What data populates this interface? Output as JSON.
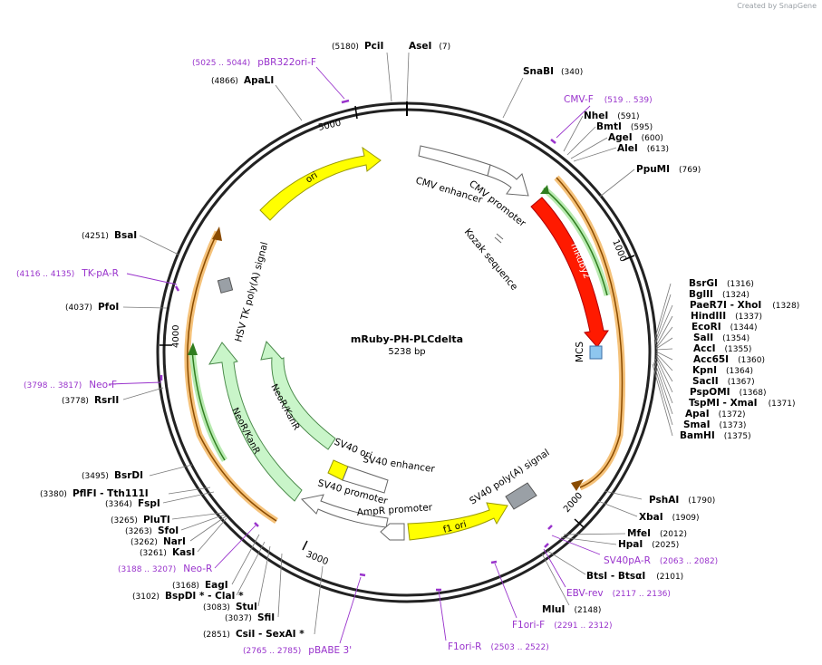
{
  "credit": "Created by SnapGene",
  "plasmid": {
    "name": "mRuby-PH-PLCdelta",
    "size_label": "5238 bp"
  },
  "ticks": [
    "5000",
    "1000",
    "2000",
    "3000",
    "4000"
  ],
  "features": {
    "cmv_enhancer": "CMV enhancer",
    "cmv_promoter": "CMV promoter",
    "kozak": "Kozak sequence",
    "mruby2": "mRuby2",
    "mcs": "MCS",
    "ori": "ori",
    "hsv_tk": "HSV TK poly(A) signal",
    "neo_inner": "NeoR/KanR",
    "neo_outer": "NeoR/KanR",
    "sv40_ori": "SV40 ori",
    "sv40_enhancer": "SV40 enhancer",
    "sv40_promoter": "SV40 promoter",
    "ampr_promoter": "AmpR promoter",
    "f1_ori": "f1 ori",
    "sv40_polya": "SV40 poly(A) signal"
  },
  "sites": {
    "pcii": {
      "pos": "(5180)",
      "name": "PciI"
    },
    "asei": {
      "name": "AseI",
      "pos": "(7)"
    },
    "snabi": {
      "name": "SnaBI",
      "pos": "(340)"
    },
    "apali": {
      "pos": "(4866)",
      "name": "ApaLI"
    },
    "nhei": {
      "name": "NheI",
      "pos": "(591)"
    },
    "bmti": {
      "name": "BmtI",
      "pos": "(595)"
    },
    "agei": {
      "name": "AgeI",
      "pos": "(600)"
    },
    "alei": {
      "name": "AleI",
      "pos": "(613)"
    },
    "ppumi": {
      "name": "PpuMI",
      "pos": "(769)"
    },
    "bsai": {
      "pos": "(4251)",
      "name": "BsaI"
    },
    "pfoi": {
      "pos": "(4037)",
      "name": "PfoI"
    },
    "bsrgi": {
      "name": "BsrGI",
      "pos": "(1316)"
    },
    "bglii": {
      "name": "BglII",
      "pos": "(1324)"
    },
    "paer7i": {
      "name": "PaeR7I",
      "sep": " - ",
      "name2": "XhoI",
      "pos": "(1328)"
    },
    "hindiii": {
      "name": "HindIII",
      "pos": "(1337)"
    },
    "ecori": {
      "name": "EcoRI",
      "pos": "(1344)"
    },
    "sali": {
      "name": "SalI",
      "pos": "(1354)"
    },
    "acci": {
      "name": "AccI",
      "pos": "(1355)"
    },
    "acc65i": {
      "name": "Acc65I",
      "pos": "(1360)"
    },
    "kpni": {
      "name": "KpnI",
      "pos": "(1364)"
    },
    "sacii": {
      "name": "SacII",
      "pos": "(1367)"
    },
    "pspomi": {
      "name": "PspOMI",
      "pos": "(1368)"
    },
    "tspmi": {
      "name": "TspMI",
      "sep": " - ",
      "name2": "XmaI",
      "pos": "(1371)"
    },
    "apai": {
      "name": "ApaI",
      "pos": "(1372)"
    },
    "smai": {
      "name": "SmaI",
      "pos": "(1373)"
    },
    "bamhi": {
      "name": "BamHI",
      "pos": "(1375)"
    },
    "rsrii": {
      "pos": "(3778)",
      "name": "RsrII"
    },
    "bsrdi": {
      "pos": "(3495)",
      "name": "BsrDI"
    },
    "pflfi": {
      "pos": "(3380)",
      "name": "PflFI",
      "sep": " - ",
      "name2": "Tth111I"
    },
    "fspi": {
      "pos": "(3364)",
      "name": "FspI"
    },
    "pluti": {
      "pos": "(3265)",
      "name": "PluTI"
    },
    "sfoi": {
      "pos": "(3263)",
      "name": "SfoI"
    },
    "nari": {
      "pos": "(3262)",
      "name": "NarI"
    },
    "kasi": {
      "pos": "(3261)",
      "name": "KasI"
    },
    "eagi": {
      "pos": "(3168)",
      "name": "EagI"
    },
    "bspdi": {
      "pos": "(3102)",
      "name": "BspDI",
      "star": " * ",
      "sep": "- ",
      "name2": "ClaI",
      "star2": " *"
    },
    "stui": {
      "pos": "(3083)",
      "name": "StuI"
    },
    "sfii": {
      "pos": "(3037)",
      "name": "SfiI"
    },
    "csii": {
      "pos": "(2851)",
      "name": "CsiI",
      "sep": " - ",
      "name2": "SexAI",
      "star2": " *"
    },
    "pshai": {
      "name": "PshAI",
      "pos": "(1790)"
    },
    "xbai": {
      "name": "XbaI",
      "pos": "(1909)"
    },
    "mfei": {
      "name": "MfeI",
      "pos": "(2012)"
    },
    "hpai": {
      "name": "HpaI",
      "pos": "(2025)"
    },
    "btsi": {
      "name": "BtsI",
      "sep": " - ",
      "name2": "BtsαI",
      "pos": "(2101)"
    },
    "mlui": {
      "name": "MluI",
      "pos": "(2148)"
    }
  },
  "primers": {
    "pbr322ori": {
      "pos": "(5025 .. 5044)",
      "name": "pBR322ori-F"
    },
    "cmvf": {
      "name": "CMV-F",
      "pos": "(519 .. 539)"
    },
    "tkpar": {
      "pos": "(4116 .. 4135)",
      "name": "TK-pA-R"
    },
    "neof": {
      "pos": "(3798 .. 3817)",
      "name": "Neo-F"
    },
    "neor": {
      "pos": "(3188 .. 3207)",
      "name": "Neo-R"
    },
    "pbabe3": {
      "pos": "(2765 .. 2785)",
      "name": "pBABE 3'"
    },
    "f1orir": {
      "name": "F1ori-R",
      "pos": "(2503 .. 2522)"
    },
    "f1orif": {
      "name": "F1ori-F",
      "pos": "(2291 .. 2312)"
    },
    "ebvrev": {
      "name": "EBV-rev",
      "pos": "(2117 .. 2136)"
    },
    "sv40par": {
      "name": "SV40pA-R",
      "pos": "(2063 .. 2082)"
    }
  }
}
